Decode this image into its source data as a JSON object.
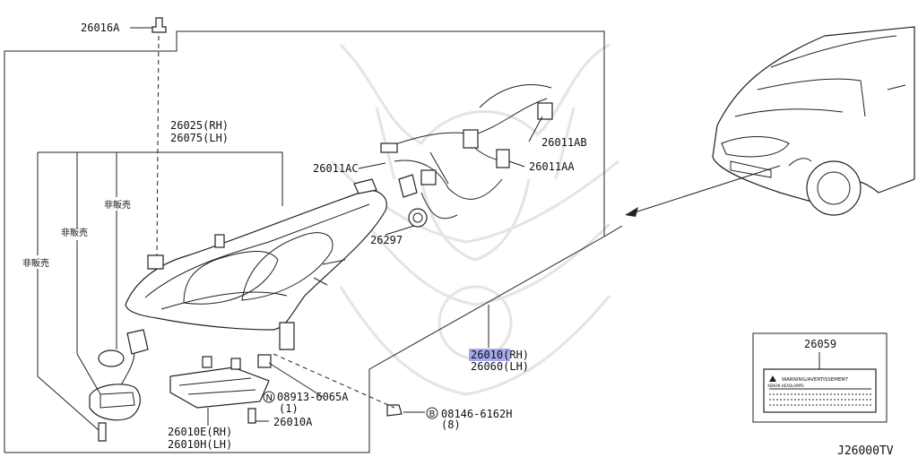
{
  "diagram": {
    "callouts": {
      "p26016a": "26016A",
      "p26025": "26025(RH)",
      "p26075": "26075(LH)",
      "hanbai1": "非販売",
      "hanbai2": "非販売",
      "hanbai3": "非販売",
      "p26011ac": "26011AC",
      "p26011ab": "26011AB",
      "p26011aa": "26011AA",
      "p26297": "26297",
      "p26010": "26010(RH)",
      "p26060": "26060(LH)",
      "p08913": "08913-6065A",
      "p08913_qty": "(1)",
      "p08913_mark": "N",
      "p26010a": "26010A",
      "p26010e": "26010E(RH)",
      "p26010h": "26010H(LH)",
      "p08146": "08146-6162H",
      "p08146_qty": "(8)",
      "p08146_mark": "B",
      "p26059": "26059",
      "label_text": "WARNING/AVERTISSEMENT",
      "label_sub": "XENON HEADLAMPS",
      "ref_code": "J26000TV"
    },
    "colors": {
      "highlight": "#8a8ee6",
      "line": "#222222",
      "watermark": "#e4e4e4"
    }
  }
}
